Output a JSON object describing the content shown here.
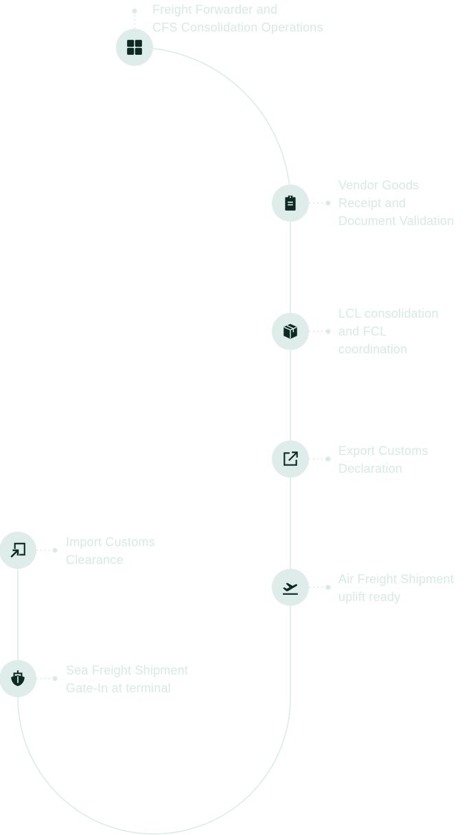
{
  "colors": {
    "node_bg": "#deede9",
    "icon": "#0d2a22",
    "track": "#d9ebe5",
    "label": "#d6ebe4"
  },
  "steps": [
    {
      "icon": "grid-icon",
      "lines": [
        "Freight Forwarder and",
        "CFS Consolidation Operations"
      ]
    },
    {
      "icon": "clipboard-icon",
      "lines": [
        "Vendor Goods",
        "Receipt and",
        "Document Validation"
      ]
    },
    {
      "icon": "box-icon",
      "lines": [
        "LCL consolidation",
        "and FCL",
        "coordination"
      ]
    },
    {
      "icon": "export-icon",
      "lines": [
        "Export Customs",
        "Declaration"
      ]
    },
    {
      "icon": "plane-departure-icon",
      "lines": [
        "Air Freight Shipment",
        "uplift ready"
      ]
    },
    {
      "icon": "import-icon",
      "lines": [
        "Import Customs",
        "Clearance"
      ]
    },
    {
      "icon": "ship-icon",
      "lines": [
        "Sea Freight Shipment",
        "Gate-In at terminal"
      ]
    }
  ]
}
